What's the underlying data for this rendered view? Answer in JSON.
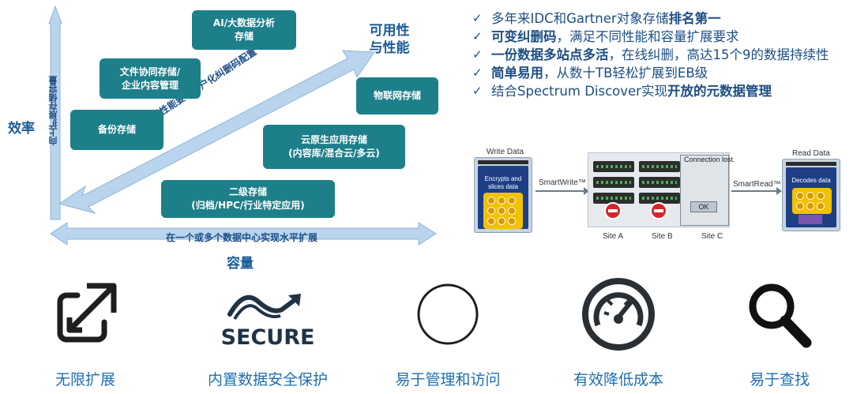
{
  "diagram": {
    "axis_efficiency": "效率",
    "axis_capacity": "容量",
    "axis_availability": "可用性\n与性能",
    "horizontal_note": "在一个或多个数据中心实现水平扩展",
    "vertical_note": "向上扩展存储容量",
    "diagonal_note": "根据性能要求客户化纠删码配置",
    "boxes": {
      "ai": "AI/大数据分析\n存储",
      "file": "文件协同存储/\n企业内容管理",
      "backup": "备份存储",
      "iot": "物联网存储",
      "cloud": "云原生应用存储\n(内容库/混合云/多云)",
      "tier2": "二级存储\n(归档/HPC/行业特定应用)"
    },
    "colors": {
      "box": "#1d7f8a",
      "arrow": "#b9d4ec",
      "label": "#1a5a96"
    }
  },
  "bullets": [
    {
      "pre": "多年来IDC和Gartner对象存储",
      "bold": "排名第一",
      "post": ""
    },
    {
      "pre": "",
      "bold": "可变纠删码",
      "post": "，满足不同性能和容量扩展要求"
    },
    {
      "pre": "",
      "bold": "一份数据多站点多活",
      "post": "，在线纠删，高达15个9的数据持续性"
    },
    {
      "pre": "",
      "bold": "简单易用",
      "post": "，从数十TB轻松扩展到EB级"
    },
    {
      "pre": "结合Spectrum Discover实现",
      "bold": "开放的元数据管理",
      "post": ""
    }
  ],
  "flow": {
    "write_title": "Write Data",
    "write_screen": "Encrypts and\nslices data",
    "smartwrite": "SmartWrite™",
    "connection_lost": "Connection lost.",
    "ok": "OK",
    "smartread": "SmartRead™",
    "read_title": "Read Data",
    "read_screen": "Decodes data",
    "sites": [
      "Site A",
      "Site B",
      "Site C"
    ]
  },
  "features": [
    {
      "icon": "expand-arrows-icon",
      "label": "无限扩展"
    },
    {
      "icon": "secure-logo-icon",
      "label": "内置数据安全保护",
      "logo_text": "SECURE"
    },
    {
      "icon": "circle-icon",
      "label": "易于管理和访问"
    },
    {
      "icon": "gauge-icon",
      "label": "有效降低成本"
    },
    {
      "icon": "magnifier-icon",
      "label": "易于查找"
    }
  ]
}
